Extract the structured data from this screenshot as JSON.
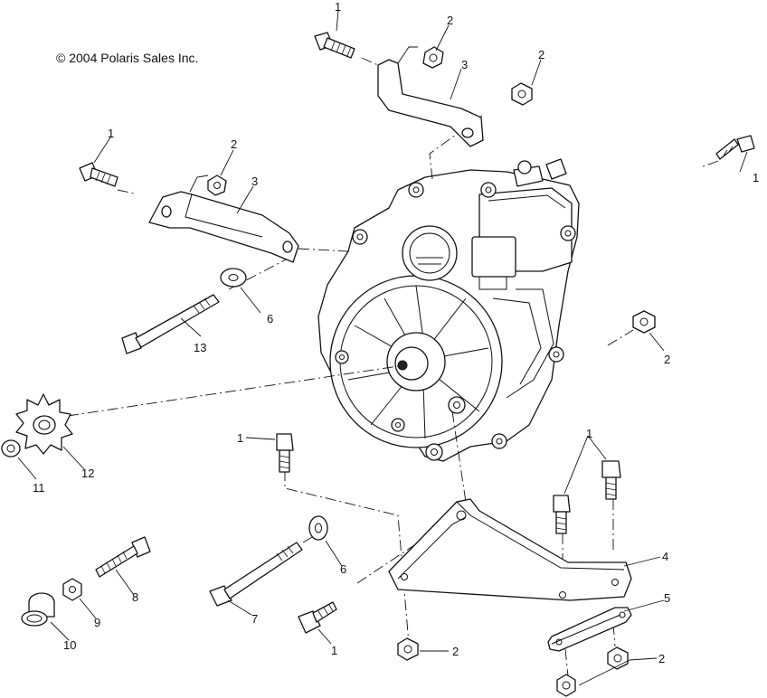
{
  "copyright": "© 2004 Polaris Sales Inc.",
  "callouts": {
    "c1a": "1",
    "c1b": "1",
    "c1c": "1",
    "c1d": "1",
    "c1e": "1",
    "c1f": "1",
    "c2a": "2",
    "c2b": "2",
    "c2c": "2",
    "c2d": "2",
    "c2e": "2",
    "c2f": "2",
    "c3a": "3",
    "c3b": "3",
    "c4": "4",
    "c5": "5",
    "c6a": "6",
    "c6b": "6",
    "c7": "7",
    "c8": "8",
    "c9": "9",
    "c10": "10",
    "c11": "11",
    "c12": "12",
    "c13": "13"
  },
  "parts": [
    {
      "ref": "1",
      "name": "bolt"
    },
    {
      "ref": "2",
      "name": "nut"
    },
    {
      "ref": "3",
      "name": "mounting-bracket"
    },
    {
      "ref": "4",
      "name": "mounting-plate"
    },
    {
      "ref": "5",
      "name": "strap"
    },
    {
      "ref": "6",
      "name": "washer"
    },
    {
      "ref": "7",
      "name": "long-bolt"
    },
    {
      "ref": "8",
      "name": "bolt"
    },
    {
      "ref": "9",
      "name": "nut"
    },
    {
      "ref": "10",
      "name": "plug"
    },
    {
      "ref": "11",
      "name": "lock-washer"
    },
    {
      "ref": "12",
      "name": "sprocket"
    },
    {
      "ref": "13",
      "name": "long-bolt"
    }
  ]
}
